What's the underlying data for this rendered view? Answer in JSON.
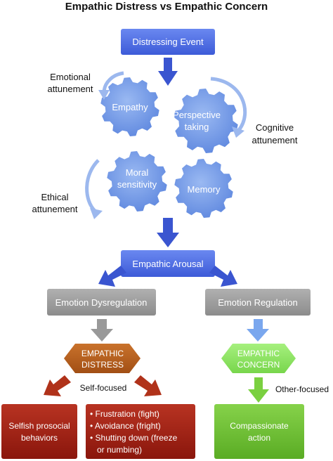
{
  "title": "Empathic Distress vs Empathic Concern",
  "nodes": {
    "distressing_event": "Distressing Event",
    "empathy": "Empathy",
    "perspective_line1": "Perspective",
    "perspective_line2": "taking",
    "moral_line1": "Moral",
    "moral_line2": "sensitivity",
    "memory": "Memory",
    "empathic_arousal": "Empathic Arousal",
    "emotion_dysregulation": "Emotion Dysregulation",
    "emotion_regulation": "Emotion Regulation",
    "empathic_distress_line1": "EMPATHIC",
    "empathic_distress_line2": "DISTRESS",
    "empathic_concern_line1": "EMPATHIC",
    "empathic_concern_line2": "CONCERN",
    "selfish_line1": "Selfish prosocial",
    "selfish_line2": "behaviors",
    "bullet_1": "• Frustration (fight)",
    "bullet_2": "• Avoidance (fright)",
    "bullet_3a": "• Shutting down (freeze",
    "bullet_3b": "or numbing)",
    "compassionate_line1": "Compassionate",
    "compassionate_line2": "action"
  },
  "labels": {
    "emotional_line1": "Emotional",
    "emotional_line2": "attunement",
    "cognitive_line1": "Cognitive",
    "cognitive_line2": "attunement",
    "ethical_line1": "Ethical",
    "ethical_line2": "attunement",
    "self_focused": "Self-focused",
    "other_focused": "Other-focused"
  },
  "colors": {
    "blue_box": "#4a6ae0",
    "gear": "#7aa1e8",
    "grey_box": "#9a9a9a",
    "brown_hex": "#b5601e",
    "green_hex": "#8ee36a",
    "red_box": "#9c1b10",
    "green_box": "#6abf2e",
    "arrow_blue": "#3a55d0",
    "arrow_red": "#b0321a",
    "arrow_green": "#7ad040",
    "arrow_grey": "#999999",
    "arc_light": "#9cb8ee"
  }
}
